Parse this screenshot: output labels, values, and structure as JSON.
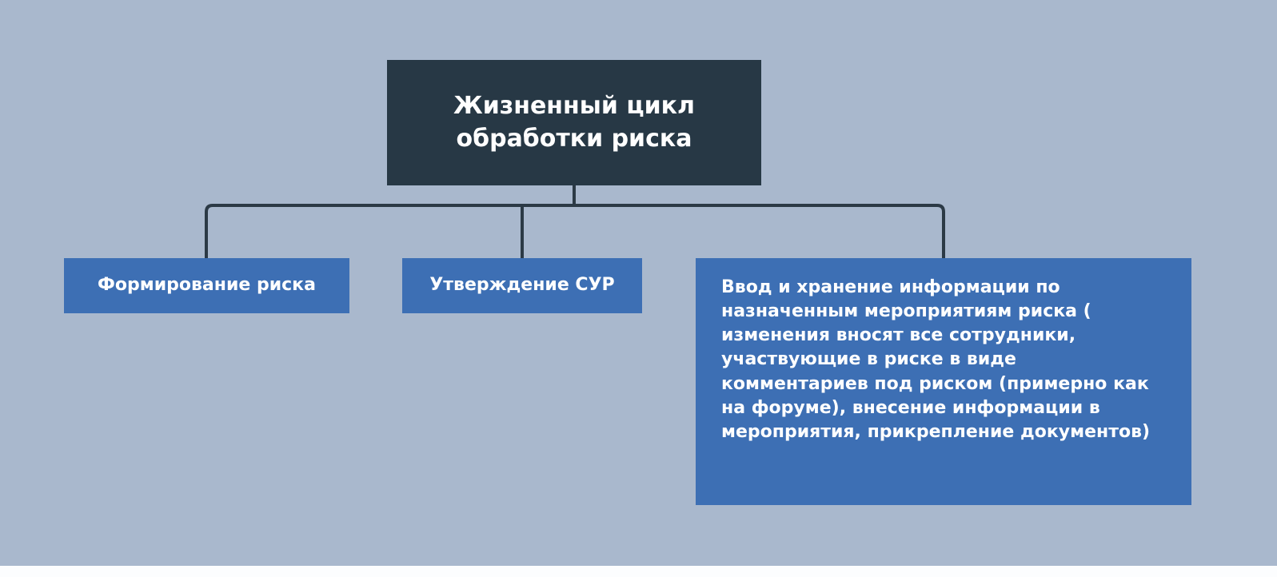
{
  "diagram": {
    "title_hint": "risk-processing-lifecycle",
    "root": {
      "label": "Жизненный цикл обработки риска"
    },
    "children": [
      {
        "label": "Формирование риска"
      },
      {
        "label": "Утверждение СУР"
      },
      {
        "label": "Ввод и хранение информации по назначенным мероприятиям риска ( изменения вносят все сотрудники, участвующие в риске в виде комментариев под риском (примерно как на форуме), внесение информации в мероприятия, прикрепление документов)"
      }
    ]
  },
  "colors": {
    "background": "#a9b8cd",
    "root_node_fill": "#273845",
    "child_node_fill": "#3d6fb4",
    "connector": "#2c3a46",
    "text": "#ffffff",
    "bottom_strip": "#fcfdfe"
  }
}
